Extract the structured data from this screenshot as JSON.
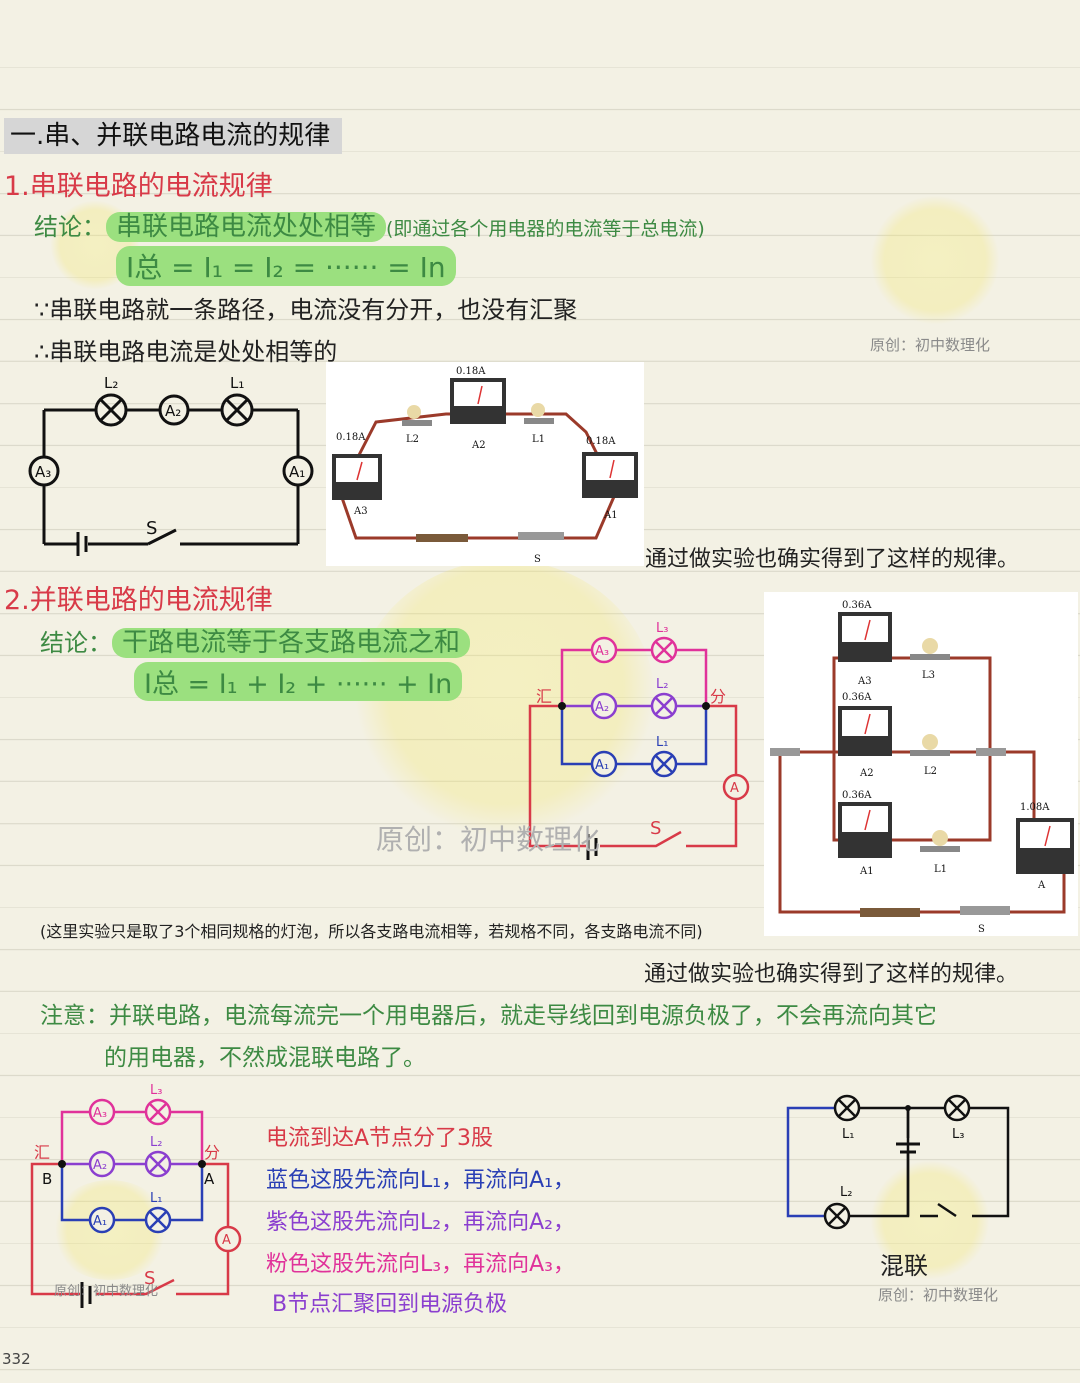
{
  "section_title": "一.串、并联电路电流的规律",
  "series": {
    "heading": "1.串联电路的电流规律",
    "conclusion_label": "结论：",
    "conclusion": "串联电路电流处处相等",
    "conclusion_note": "(即通过各个用电器的电流等于总电流)",
    "formula": "I总 = I₁ = I₂ = ······ = In",
    "reason": "∵串联电路就一条路径，电流没有分开，也没有汇聚",
    "therefore": "∴串联电路电流是处处相等的",
    "experiment_note": "通过做实验也确实得到了这样的规律。",
    "diagram_labels": {
      "l2": "L₂",
      "l1": "L₁",
      "a2": "A₂",
      "a3": "A₃",
      "a1": "A₁",
      "s": "S"
    },
    "photo_labels": {
      "top": "0.18A",
      "left": "0.18A",
      "right": "0.18A",
      "l2": "L2",
      "a2": "A2",
      "l1": "L1",
      "a3": "A3",
      "a1": "A1",
      "s": "S"
    }
  },
  "parallel": {
    "heading": "2.并联电路的电流规律",
    "conclusion_label": "结论：",
    "conclusion": "干路电流等于各支路电流之和",
    "formula": "I总 = I₁ + I₂ + ······ + In",
    "diagram_labels": {
      "a3": "A₃",
      "a2": "A₂",
      "a1": "A₁",
      "l3": "L₃",
      "l2": "L₂",
      "l1": "L₁",
      "hui": "汇",
      "fen": "分",
      "a": "A",
      "s": "S"
    },
    "photo_labels": {
      "a3v": "0.36A",
      "a2v": "0.36A",
      "a1v": "0.36A",
      "av": "1.08A",
      "a3": "A3",
      "l3": "L3",
      "a2": "A2",
      "l2": "L2",
      "a1": "A1",
      "l1": "L1",
      "a": "A",
      "s": "S"
    },
    "note": "(这里实验只是取了3个相同规格的灯泡，所以各支路电流相等，若规格不同，各支路电流不同)",
    "experiment_note": "通过做实验也确实得到了这样的规律。",
    "attention_1": "注意：并联电路，电流每流完一个用电器后，就走导线回到电源负极了，不会再流向其它",
    "attention_2": "的用电器，不然成混联电路了。"
  },
  "explain": {
    "line1": "电流到达A节点分了3股",
    "line2": "蓝色这股先流向L₁，再流向A₁，",
    "line3": "紫色这股先流向L₂，再流向A₂，",
    "line4": "粉色这股先流向L₃，再流向A₃，",
    "line5": "B节点汇聚回到电源负极",
    "diagram_labels": {
      "a3": "A₃",
      "a2": "A₂",
      "a1": "A₁",
      "l3": "L₃",
      "l2": "L₂",
      "l1": "L₁",
      "hui": "汇",
      "b": "B",
      "fen": "分",
      "a_node": "A",
      "a": "A",
      "s": "S"
    }
  },
  "mixed": {
    "title": "混联",
    "labels": {
      "l1": "L₁",
      "l3": "L₃",
      "l2": "L₂"
    }
  },
  "watermark": "原创：初中数理化",
  "page_number": "332",
  "colors": {
    "red": "#d83a48",
    "green": "#3d8a43",
    "blue": "#2a3fb5",
    "purple": "#8b3fcf",
    "pink": "#e0329a",
    "highlight": "#9be07f"
  }
}
